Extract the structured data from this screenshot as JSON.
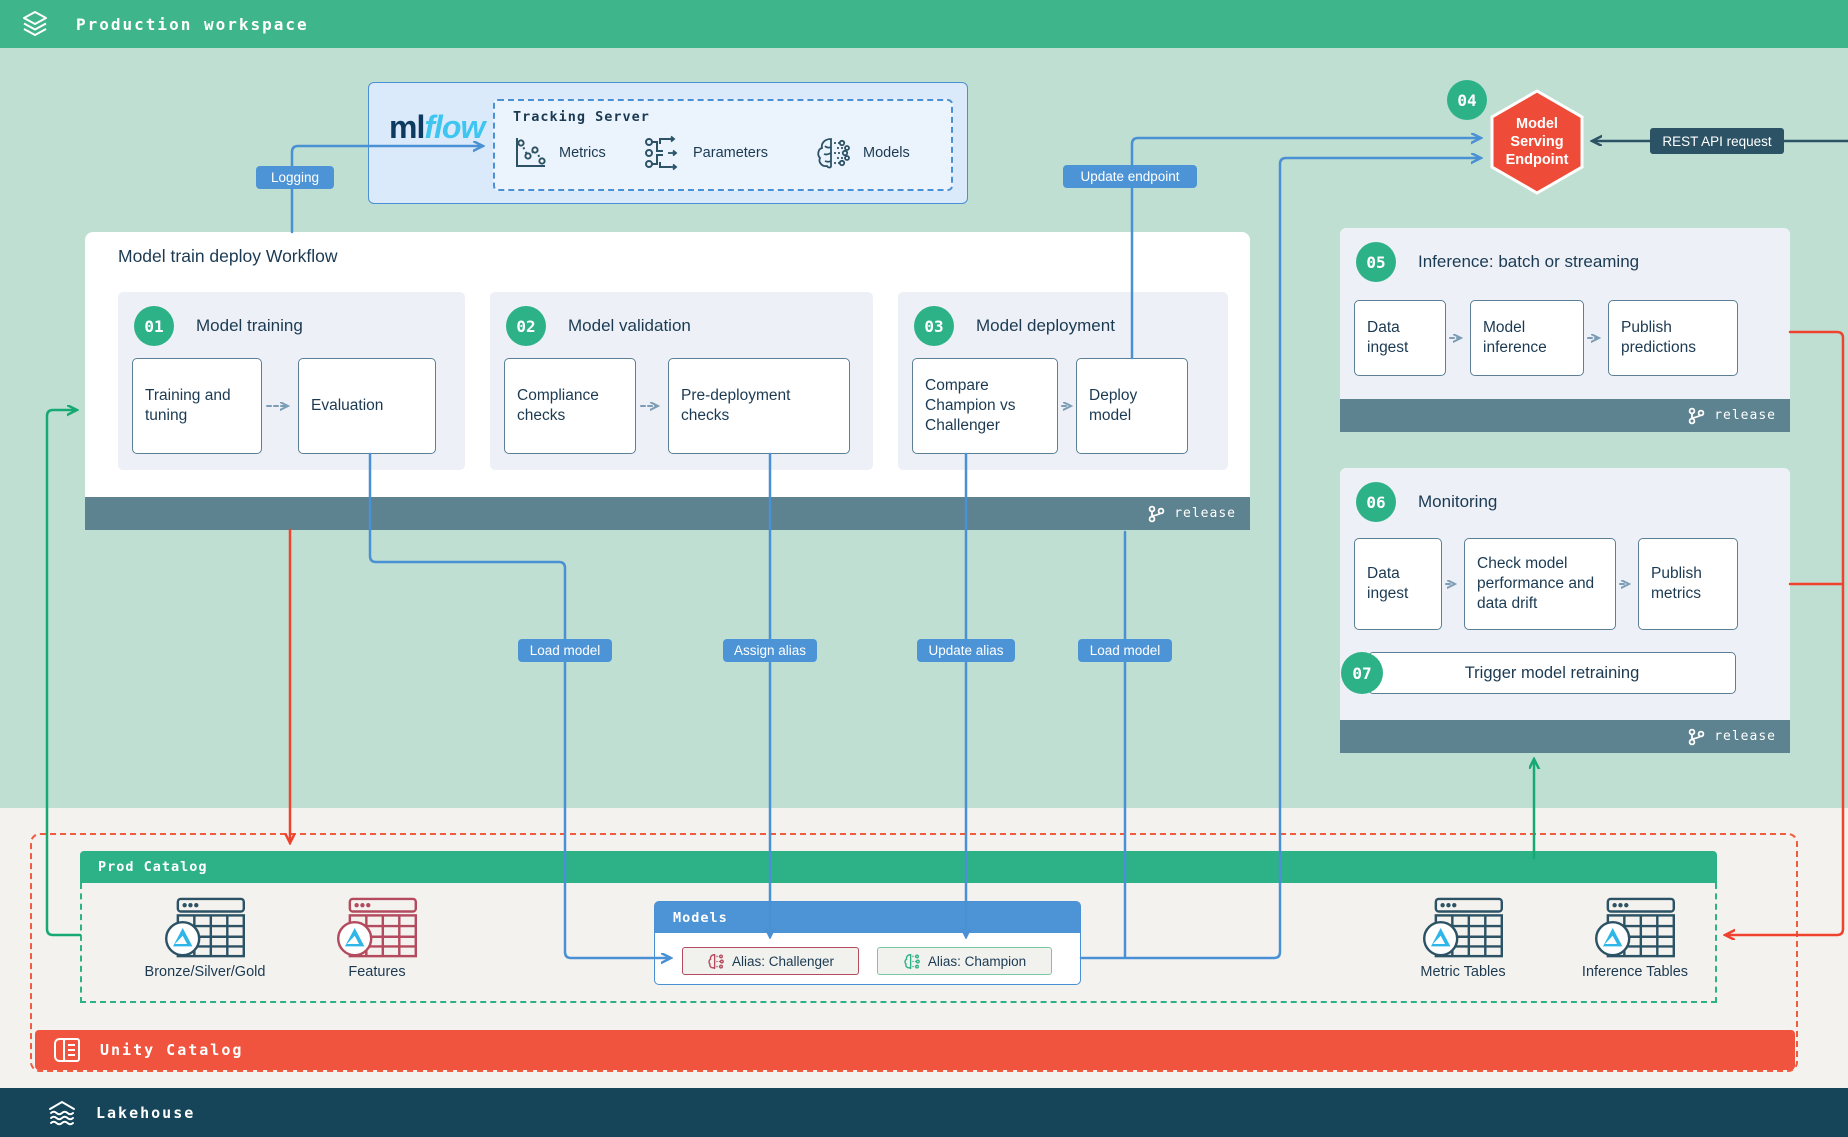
{
  "header": {
    "title": "Production workspace"
  },
  "mlflow": {
    "logo_ml": "ml",
    "logo_flow": "flow",
    "tracking_server": {
      "title": "Tracking Server",
      "items": [
        {
          "label": "Metrics"
        },
        {
          "label": "Parameters"
        },
        {
          "label": "Models"
        }
      ]
    }
  },
  "connector_labels": {
    "logging": "Logging",
    "update_endpoint": "Update endpoint",
    "load_model_1": "Load model",
    "assign_alias": "Assign alias",
    "update_alias": "Update alias",
    "load_model_2": "Load model",
    "rest_api": "REST API request"
  },
  "workflow": {
    "title": "Model train deploy Workflow",
    "release_label": "release",
    "steps": [
      {
        "number": "01",
        "title": "Model training",
        "boxes": [
          "Training and tuning",
          "Evaluation"
        ]
      },
      {
        "number": "02",
        "title": "Model validation",
        "boxes": [
          "Compliance checks",
          "Pre-deployment checks"
        ]
      },
      {
        "number": "03",
        "title": "Model deployment",
        "boxes": [
          "Compare Champion vs Challenger",
          "Deploy model"
        ]
      }
    ]
  },
  "serving": {
    "number": "04",
    "label_lines": [
      "Model",
      "Serving",
      "Endpoint"
    ]
  },
  "inference": {
    "number": "05",
    "title": "Inference: batch or streaming",
    "boxes": [
      "Data ingest",
      "Model inference",
      "Publish predictions"
    ],
    "release_label": "release"
  },
  "monitoring": {
    "number": "06",
    "title": "Monitoring",
    "boxes": [
      "Data ingest",
      "Check model performance and data drift",
      "Publish metrics"
    ],
    "retraining": {
      "number": "07",
      "label": "Trigger model retraining"
    },
    "release_label": "release"
  },
  "catalog": {
    "prod_catalog_title": "Prod Catalog",
    "tables": [
      {
        "label": "Bronze/Silver/Gold"
      },
      {
        "label": "Features"
      },
      {
        "label": "Metric Tables"
      },
      {
        "label": "Inference Tables"
      }
    ],
    "models_box": {
      "title": "Models",
      "aliases": [
        {
          "label": "Alias: Challenger"
        },
        {
          "label": "Alias: Champion"
        }
      ]
    },
    "unity_catalog": "Unity Catalog"
  },
  "footer": {
    "lakehouse": "Lakehouse"
  },
  "colors": {
    "workspace_green": "#3fb58c",
    "mint_background": "#bfdfd2",
    "accent_blue": "#4a90d4",
    "badge_blue": "#4d94d6",
    "panel_gray": "#edf1f7",
    "release_bar": "#5d8290",
    "step_green": "#2db287",
    "endpoint_red": "#ee4b38",
    "unity_catalog_red": "#f0543f",
    "lakehouse_teal": "#164459",
    "line_red": "#ef4330",
    "line_green": "#17a974",
    "dark_navy": "#2c5365",
    "challenger_red": "#b34a5e",
    "champion_green": "#7cc7a3"
  }
}
